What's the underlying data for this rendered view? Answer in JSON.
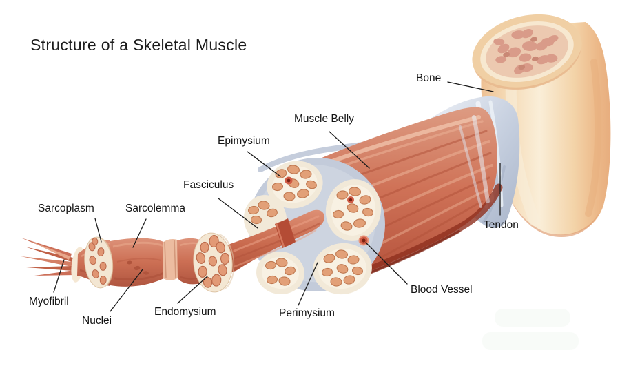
{
  "title": "Structure of a Skeletal Muscle",
  "labels": {
    "bone": "Bone",
    "muscle_belly": "Muscle Belly",
    "epimysium": "Epimysium",
    "fasciculus": "Fasciculus",
    "sarcoplasm": "Sarcoplasm",
    "sarcolemma": "Sarcolemma",
    "tendon": "Tendon",
    "myofibril": "Myofibril",
    "nuclei": "Nuclei",
    "endomysium": "Endomysium",
    "perimysium": "Perimysium",
    "blood_vessel": "Blood Vessel"
  },
  "colors": {
    "background": "#ffffff",
    "label_text": "#141414",
    "leader_line": "#1a1a1a",
    "muscle": "#c96a52",
    "muscle_dark": "#8e2f1e",
    "muscle_highlight": "#f2c6ae",
    "bone_cortex": "#f0cfa4",
    "bone_face": "#f7e8d0",
    "spongy_bone": "#d99b89",
    "tendon": "#c3cdde",
    "epimysium_ring": "#c3cbda",
    "fascicle": "#f2e9d8",
    "muscle_fiber_oval": "#e2a078",
    "blood_vessel": "#cf5b45",
    "endomysium_disc": "#f4e7d3"
  }
}
